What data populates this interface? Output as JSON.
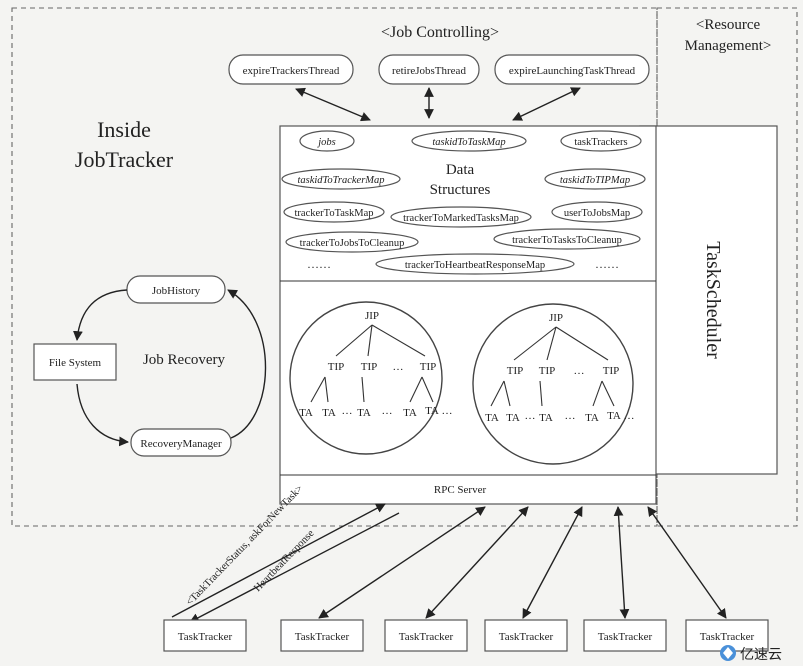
{
  "sections": {
    "job_controlling": "<Job Controlling>",
    "resource_management_line1": "<Resource",
    "resource_management_line2": "Management>",
    "inside_line1": "Inside",
    "inside_line2": "JobTracker",
    "job_recovery": "Job Recovery",
    "task_scheduler": "TaskScheduler",
    "rpc_server": "RPC Server"
  },
  "threads": [
    "expireTrackersThread",
    "retireJobsThread",
    "expireLaunchingTaskThread"
  ],
  "data_structures": {
    "title_line1": "Data",
    "title_line2": "Structures",
    "items": [
      "jobs",
      "taskidToTaskMap",
      "taskTrackers",
      "taskidToTrackerMap",
      "taskidToTIPMap",
      "trackerToTaskMap",
      "trackerToMarkedTasksMap",
      "userToJobsMap",
      "trackerToJobsToCleanup",
      "trackerToTasksToCleanup",
      "trackerToHeartbeatResponseMap"
    ],
    "ellipsis": "……"
  },
  "recovery": {
    "job_history": "JobHistory",
    "file_system": "File System",
    "recovery_manager": "RecoveryManager"
  },
  "job_tree": {
    "jip": "JIP",
    "tip": "TIP",
    "ta": "TA",
    "dots": "…"
  },
  "rpc_labels": {
    "request": "<TaskTrackerStatus, askForNewTask>",
    "response": "HeartbeatResponse"
  },
  "task_trackers": [
    "TaskTracker",
    "TaskTracker",
    "TaskTracker",
    "TaskTracker",
    "TaskTracker",
    "TaskTracker"
  ],
  "watermark": "亿速云"
}
